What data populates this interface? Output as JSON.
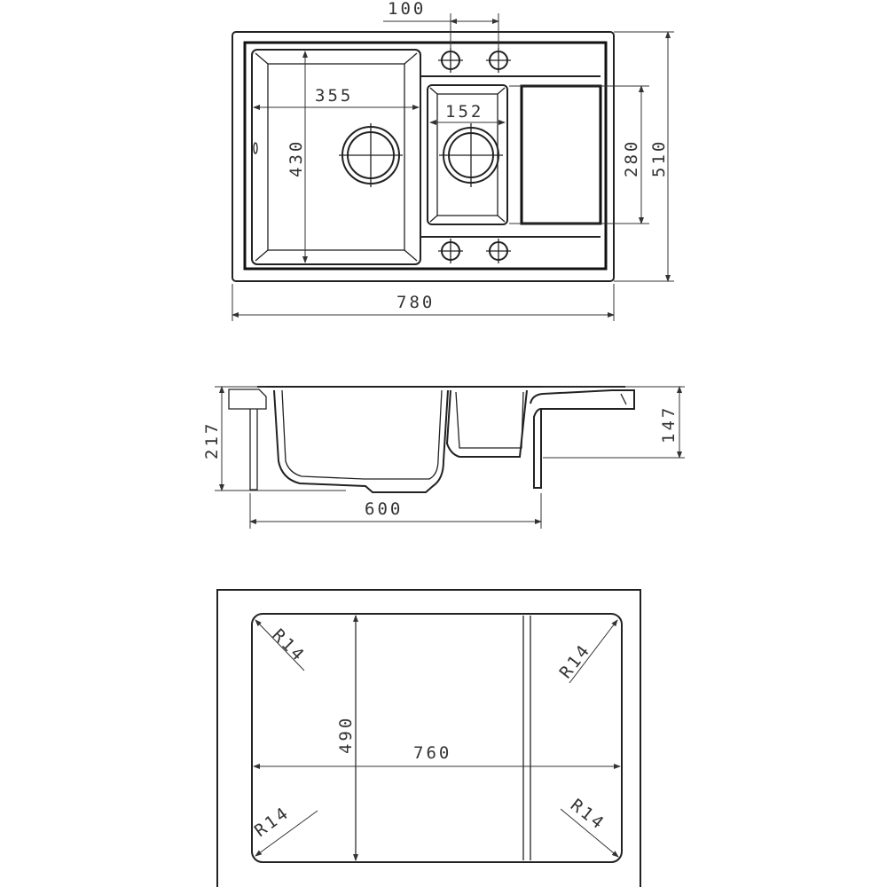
{
  "top_view": {
    "dim_tap_spacing": "100",
    "dim_main_bowl_width": "355",
    "dim_small_bowl_width": "152",
    "dim_main_bowl_depth": "430",
    "dim_small_bowl_depth": "280",
    "dim_overall_depth": "510",
    "dim_overall_width": "780"
  },
  "side_view": {
    "dim_total_height": "217",
    "dim_small_bowl_height": "147",
    "dim_cabinet_width": "600"
  },
  "cutout_view": {
    "dim_cutout_depth": "490",
    "dim_cutout_width": "760",
    "radius_top_left": "R14",
    "radius_top_right": "R14",
    "radius_bottom_left": "R14",
    "radius_bottom_right": "R14"
  },
  "colors": {
    "line": "#222222",
    "background": "#ffffff"
  }
}
